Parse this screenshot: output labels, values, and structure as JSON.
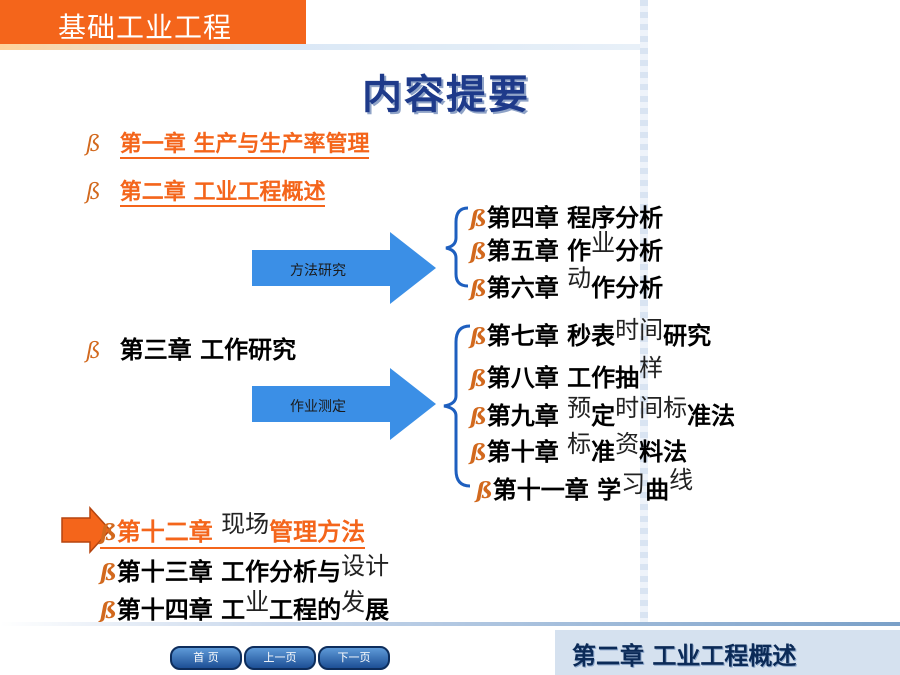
{
  "header": {
    "title": "基础工业工程"
  },
  "main_title": "内容提要",
  "bullet_glyph": "ß",
  "chapters_top": [
    {
      "label": "第一章  生产与生产率管理"
    },
    {
      "label": "第二章  工业工程概述"
    }
  ],
  "chapter3": {
    "label": "第三章  工作研究"
  },
  "arrow1": {
    "label": "方法研究"
  },
  "arrow2": {
    "label": "作业测定"
  },
  "methods": [
    {
      "a": "第四章  程序分析"
    },
    {
      "a": "第五章  作",
      "b": "业",
      "c": "分析"
    },
    {
      "a": "第六章  ",
      "b": "动",
      "c": "作分析"
    }
  ],
  "measure": [
    {
      "a": "第七章  秒表",
      "b": "时间",
      "c": "研究"
    },
    {
      "a": "第八章  工作抽",
      "b": "样",
      "c": ""
    },
    {
      "a": "第九章  ",
      "b": "预",
      "c": "定",
      "d": "时间标",
      "e": "准法"
    },
    {
      "a": "第十章  ",
      "b": "标",
      "c": "准",
      "d": "资",
      "e": "料法"
    },
    {
      "a": "第十一章  学",
      "b": "习",
      "c": "曲",
      "d": "线"
    }
  ],
  "bottom": [
    {
      "a": "第十二章  ",
      "b": "现场",
      "c": "管理方法"
    },
    {
      "a": "第十三章  工作分析与",
      "b": "设计",
      "c": ""
    },
    {
      "a": "第十四章  工",
      "b": "业",
      "c": "工程的",
      "d": "发",
      "e": "展"
    }
  ],
  "nav": {
    "home": "首 页",
    "prev": "上一页",
    "next": "下一页"
  },
  "footer": {
    "chapter_label": "第二章  工业工程概述"
  },
  "colors": {
    "accent": "#f4651b",
    "arrow": "#3b8fe6",
    "title": "#1e3a8a"
  }
}
